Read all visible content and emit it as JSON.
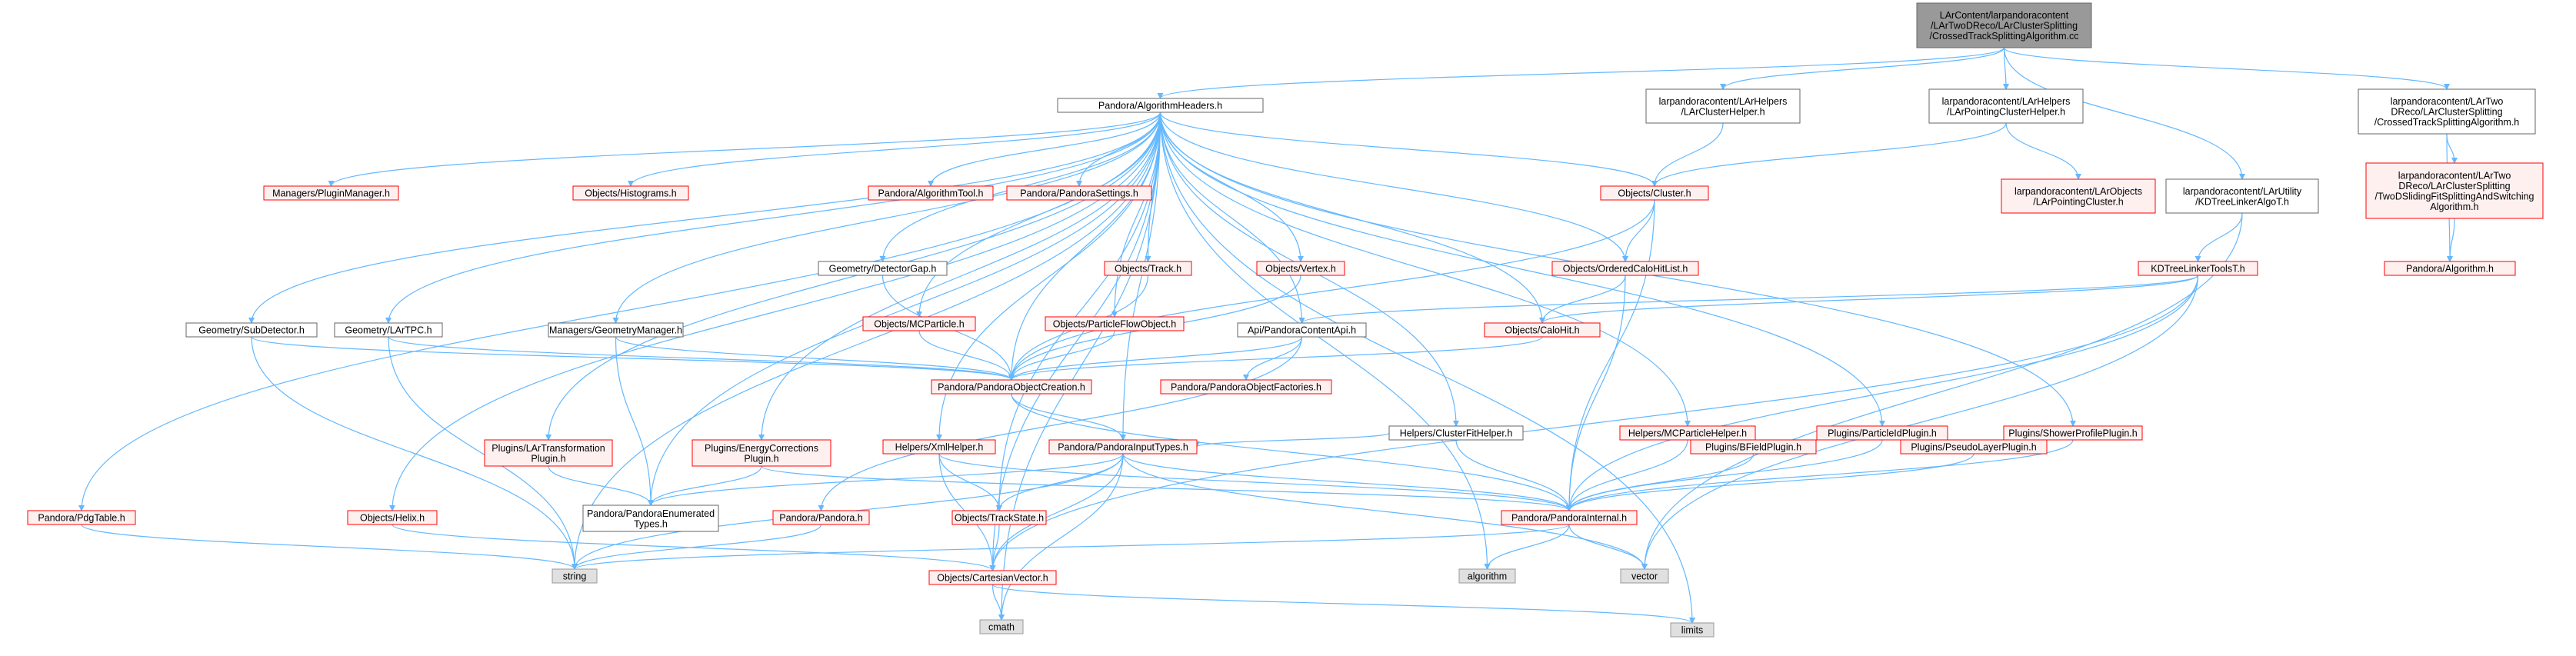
{
  "colors": {
    "edge": "#63b8ff",
    "edge_head": "#63b8ff",
    "root_fill": "#999999",
    "root_stroke": "#666666",
    "normal_fill": "#ffffff",
    "normal_stroke": "#666666",
    "red_fill": "#fff0f0",
    "red_stroke": "#ff0000",
    "gray_fill": "#e0e0e0",
    "gray_stroke": "#999999",
    "text": "#000000"
  },
  "nodes": {
    "root": {
      "style": "root",
      "lines": [
        "LArContent/larpandoracontent",
        "/LArTwoDReco/LArClusterSplitting",
        "/CrossedTrackSplittingAlgorithm.cc"
      ]
    },
    "algh": {
      "style": "normal",
      "lines": [
        "Pandora/AlgorithmHeaders.h"
      ]
    },
    "lcluh": {
      "style": "normal",
      "lines": [
        "larpandoracontent/LArHelpers",
        "/LArClusterHelper.h"
      ]
    },
    "lpch": {
      "style": "normal",
      "lines": [
        "larpandoracontent/LArHelpers",
        "/LArPointingClusterHelper.h"
      ]
    },
    "kdtree": {
      "style": "normal",
      "lines": [
        "larpandoracontent/LArUtility",
        "/KDTreeLinkerAlgoT.h"
      ]
    },
    "ctsah": {
      "style": "normal",
      "lines": [
        "larpandoracontent/LArTwo",
        "DReco/LArClusterSplitting",
        "/CrossedTrackSplittingAlgorithm.h"
      ]
    },
    "lpc": {
      "style": "red",
      "lines": [
        "larpandoracontent/LArObjects",
        "/LArPointingCluster.h"
      ]
    },
    "twod": {
      "style": "red",
      "lines": [
        "larpandoracontent/LArTwo",
        "DReco/LArClusterSplitting",
        "/TwoDSlidingFitSplittingAndSwitching",
        "Algorithm.h"
      ]
    },
    "palg": {
      "style": "red",
      "lines": [
        "Pandora/Algorithm.h"
      ]
    },
    "kdtools": {
      "style": "red",
      "lines": [
        "KDTreeLinkerToolsT.h"
      ]
    },
    "mpm": {
      "style": "red",
      "lines": [
        "Managers/PluginManager.h"
      ]
    },
    "ohist": {
      "style": "red",
      "lines": [
        "Objects/Histograms.h"
      ]
    },
    "pat": {
      "style": "red",
      "lines": [
        "Pandora/AlgorithmTool.h"
      ]
    },
    "pps": {
      "style": "red",
      "lines": [
        "Pandora/PandoraSettings.h"
      ]
    },
    "ocl": {
      "style": "red",
      "lines": [
        "Objects/Cluster.h"
      ]
    },
    "gdg": {
      "style": "normal",
      "lines": [
        "Geometry/DetectorGap.h"
      ]
    },
    "otr": {
      "style": "red",
      "lines": [
        "Objects/Track.h"
      ]
    },
    "ovx": {
      "style": "red",
      "lines": [
        "Objects/Vertex.h"
      ]
    },
    "oochl": {
      "style": "red",
      "lines": [
        "Objects/OrderedCaloHitList.h"
      ]
    },
    "gsd": {
      "style": "normal",
      "lines": [
        "Geometry/SubDetector.h"
      ]
    },
    "glt": {
      "style": "normal",
      "lines": [
        "Geometry/LArTPC.h"
      ]
    },
    "mgm": {
      "style": "normal",
      "lines": [
        "Managers/GeometryManager.h"
      ]
    },
    "omcp": {
      "style": "red",
      "lines": [
        "Objects/MCParticle.h"
      ]
    },
    "opfo": {
      "style": "red",
      "lines": [
        "Objects/ParticleFlowObject.h"
      ]
    },
    "apca": {
      "style": "normal",
      "lines": [
        "Api/PandoraContentApi.h"
      ]
    },
    "och": {
      "style": "red",
      "lines": [
        "Objects/CaloHit.h"
      ]
    },
    "poc": {
      "style": "red",
      "lines": [
        "Pandora/PandoraObjectCreation.h"
      ]
    },
    "ppof": {
      "style": "red",
      "lines": [
        "Pandora/PandoraObjectFactories.h"
      ]
    },
    "hcf": {
      "style": "normal",
      "lines": [
        "Helpers/ClusterFitHelper.h"
      ]
    },
    "hmcp": {
      "style": "red",
      "lines": [
        "Helpers/MCParticleHelper.h"
      ]
    },
    "ppid": {
      "style": "red",
      "lines": [
        "Plugins/ParticleIdPlugin.h"
      ]
    },
    "psp": {
      "style": "red",
      "lines": [
        "Plugins/ShowerProfilePlugin.h"
      ]
    },
    "plt": {
      "style": "red",
      "lines": [
        "Plugins/LArTransformation",
        "Plugin.h"
      ]
    },
    "pec": {
      "style": "red",
      "lines": [
        "Plugins/EnergyCorrections",
        "Plugin.h"
      ]
    },
    "hxml": {
      "style": "red",
      "lines": [
        "Helpers/XmlHelper.h"
      ]
    },
    "ppit": {
      "style": "red",
      "lines": [
        "Pandora/PandoraInputTypes.h"
      ]
    },
    "pbf": {
      "style": "red",
      "lines": [
        "Plugins/BFieldPlugin.h"
      ]
    },
    "ppl": {
      "style": "red",
      "lines": [
        "Plugins/PseudoLayerPlugin.h"
      ]
    },
    "ppdg": {
      "style": "red",
      "lines": [
        "Pandora/PdgTable.h"
      ]
    },
    "ohel": {
      "style": "red",
      "lines": [
        "Objects/Helix.h"
      ]
    },
    "ppet": {
      "style": "normal",
      "lines": [
        "Pandora/PandoraEnumerated",
        "Types.h"
      ]
    },
    "ppan": {
      "style": "red",
      "lines": [
        "Pandora/Pandora.h"
      ]
    },
    "ots": {
      "style": "red",
      "lines": [
        "Objects/TrackState.h"
      ]
    },
    "ppi": {
      "style": "red",
      "lines": [
        "Pandora/PandoraInternal.h"
      ]
    },
    "ocv": {
      "style": "red",
      "lines": [
        "Objects/CartesianVector.h"
      ]
    },
    "str": {
      "style": "gray",
      "lines": [
        "string"
      ]
    },
    "algo": {
      "style": "gray",
      "lines": [
        "algorithm"
      ]
    },
    "vec": {
      "style": "gray",
      "lines": [
        "vector"
      ]
    },
    "cmath": {
      "style": "gray",
      "lines": [
        "cmath"
      ]
    },
    "limits": {
      "style": "gray",
      "lines": [
        "limits"
      ]
    }
  },
  "edges": [
    [
      "root",
      "algh"
    ],
    [
      "root",
      "lcluh"
    ],
    [
      "root",
      "lpch"
    ],
    [
      "root",
      "kdtree"
    ],
    [
      "root",
      "ctsah"
    ],
    [
      "lcluh",
      "ocl"
    ],
    [
      "lpch",
      "ocl"
    ],
    [
      "lpch",
      "lpc"
    ],
    [
      "ctsah",
      "twod"
    ],
    [
      "ctsah",
      "palg"
    ],
    [
      "twod",
      "palg"
    ],
    [
      "kdtree",
      "kdtools"
    ],
    [
      "kdtree",
      "vec"
    ],
    [
      "kdtools",
      "och"
    ],
    [
      "kdtools",
      "apca"
    ],
    [
      "kdtools",
      "ppi"
    ],
    [
      "kdtools",
      "ocv"
    ],
    [
      "kdtools",
      "vec"
    ],
    [
      "algh",
      "mpm"
    ],
    [
      "algh",
      "ohist"
    ],
    [
      "algh",
      "pat"
    ],
    [
      "algh",
      "pps"
    ],
    [
      "algh",
      "ocl"
    ],
    [
      "algh",
      "gdg"
    ],
    [
      "algh",
      "otr"
    ],
    [
      "algh",
      "ovx"
    ],
    [
      "algh",
      "oochl"
    ],
    [
      "algh",
      "och"
    ],
    [
      "algh",
      "gsd"
    ],
    [
      "algh",
      "glt"
    ],
    [
      "algh",
      "mgm"
    ],
    [
      "algh",
      "omcp"
    ],
    [
      "algh",
      "opfo"
    ],
    [
      "algh",
      "apca"
    ],
    [
      "algh",
      "hcf"
    ],
    [
      "algh",
      "hmcp"
    ],
    [
      "algh",
      "ppid"
    ],
    [
      "algh",
      "psp"
    ],
    [
      "algh",
      "plt"
    ],
    [
      "algh",
      "pec"
    ],
    [
      "algh",
      "hxml"
    ],
    [
      "algh",
      "ppdg"
    ],
    [
      "algh",
      "ohel"
    ],
    [
      "algh",
      "ppet"
    ],
    [
      "algh",
      "ots"
    ],
    [
      "algh",
      "ocv"
    ],
    [
      "algh",
      "str"
    ],
    [
      "algh",
      "algo"
    ],
    [
      "algh",
      "cmath"
    ],
    [
      "algh",
      "limits"
    ],
    [
      "algh",
      "ppit"
    ],
    [
      "algh",
      "poc"
    ],
    [
      "ocl",
      "oochl"
    ],
    [
      "ocl",
      "poc"
    ],
    [
      "ocl",
      "ppi"
    ],
    [
      "oochl",
      "och"
    ],
    [
      "oochl",
      "ppi"
    ],
    [
      "och",
      "poc"
    ],
    [
      "gdg",
      "poc"
    ],
    [
      "otr",
      "poc"
    ],
    [
      "ovx",
      "poc"
    ],
    [
      "omcp",
      "poc"
    ],
    [
      "opfo",
      "poc"
    ],
    [
      "gsd",
      "poc"
    ],
    [
      "gsd",
      "str"
    ],
    [
      "glt",
      "poc"
    ],
    [
      "glt",
      "str"
    ],
    [
      "mgm",
      "poc"
    ],
    [
      "mgm",
      "ppet"
    ],
    [
      "apca",
      "poc"
    ],
    [
      "apca",
      "ppof"
    ],
    [
      "apca",
      "ppan"
    ],
    [
      "poc",
      "ppit"
    ],
    [
      "poc",
      "ppi"
    ],
    [
      "hcf",
      "ppit"
    ],
    [
      "hcf",
      "ppi"
    ],
    [
      "hmcp",
      "ppi"
    ],
    [
      "ppid",
      "ppi"
    ],
    [
      "psp",
      "ppi"
    ],
    [
      "pbf",
      "ppi"
    ],
    [
      "ppl",
      "ppi"
    ],
    [
      "plt",
      "ppet"
    ],
    [
      "pec",
      "ppet"
    ],
    [
      "pec",
      "ppi"
    ],
    [
      "hxml",
      "ots"
    ],
    [
      "hxml",
      "ocv"
    ],
    [
      "hxml",
      "ppi"
    ],
    [
      "ppit",
      "ppet"
    ],
    [
      "ppit",
      "ots"
    ],
    [
      "ppit",
      "ocv"
    ],
    [
      "ppit",
      "ppi"
    ],
    [
      "ppit",
      "str"
    ],
    [
      "ppit",
      "cmath"
    ],
    [
      "ppit",
      "vec"
    ],
    [
      "ppdg",
      "str"
    ],
    [
      "ohel",
      "ocv"
    ],
    [
      "ppan",
      "str"
    ],
    [
      "ots",
      "ocv"
    ],
    [
      "ppi",
      "str"
    ],
    [
      "ppi",
      "algo"
    ],
    [
      "ppi",
      "vec"
    ],
    [
      "ocv",
      "cmath"
    ],
    [
      "ocv",
      "limits"
    ]
  ]
}
